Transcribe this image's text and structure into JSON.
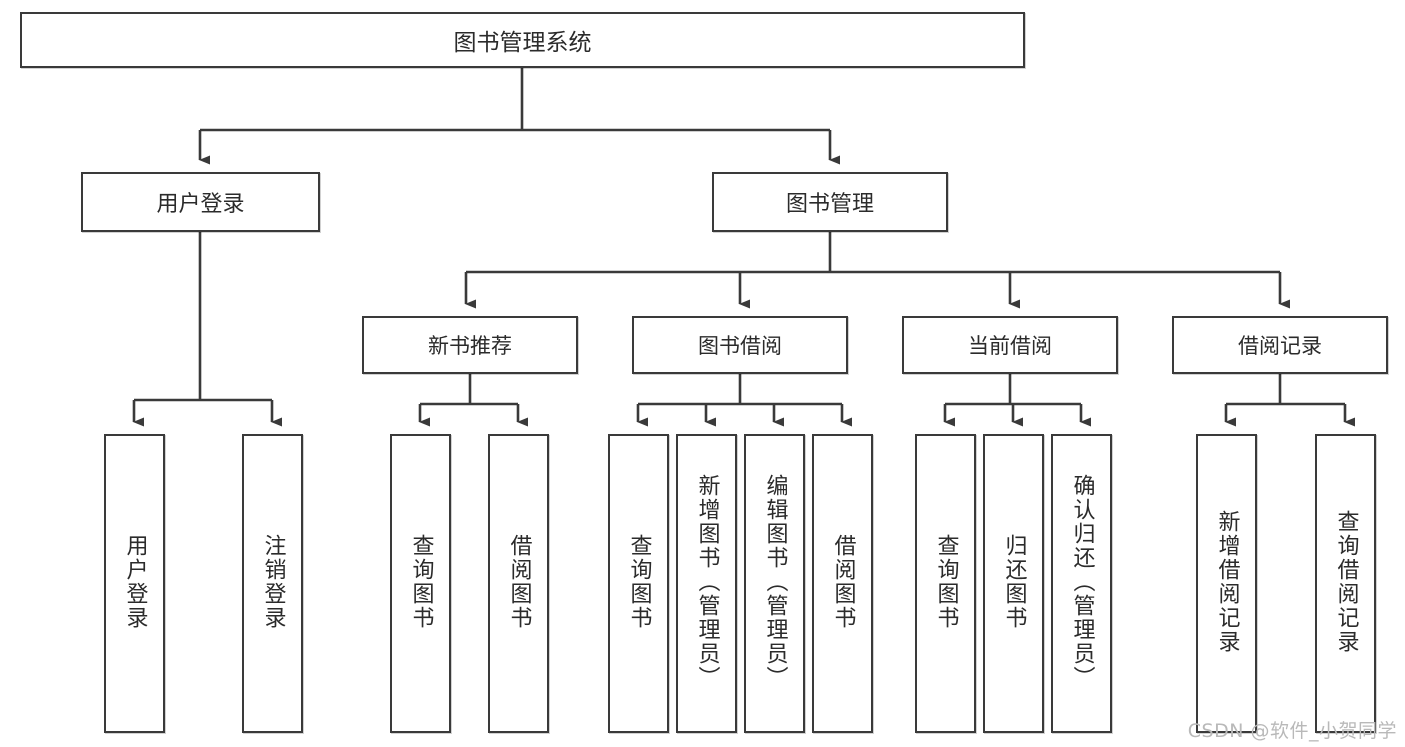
{
  "diagram": {
    "title": "图书管理系统",
    "type": "hierarchy-tree",
    "watermark": "CSDN @软件_小贺同学",
    "root": {
      "label": "图书管理系统"
    },
    "level1": [
      {
        "label": "用户登录"
      },
      {
        "label": "图书管理"
      }
    ],
    "level2": [
      {
        "label": "新书推荐"
      },
      {
        "label": "图书借阅"
      },
      {
        "label": "当前借阅"
      },
      {
        "label": "借阅记录"
      }
    ],
    "leaves": {
      "user_login": [
        {
          "label": "用户登录"
        },
        {
          "label": "注销登录"
        }
      ],
      "new_book_recommend": [
        {
          "label": "查询图书"
        },
        {
          "label": "借阅图书"
        }
      ],
      "book_borrow": [
        {
          "label": "查询图书"
        },
        {
          "label": "新增图书（管理员）"
        },
        {
          "label": "编辑图书（管理员）"
        },
        {
          "label": "借阅图书"
        }
      ],
      "current_borrow": [
        {
          "label": "查询图书"
        },
        {
          "label": "归还图书"
        },
        {
          "label": "确认归还（管理员）"
        }
      ],
      "borrow_record": [
        {
          "label": "新增借阅记录"
        },
        {
          "label": "查询借阅记录"
        }
      ]
    },
    "colors": {
      "border": "#3a3a3a",
      "text": "#2b2b2b",
      "background": "#ffffff",
      "watermark": "#b9b9b9"
    }
  }
}
